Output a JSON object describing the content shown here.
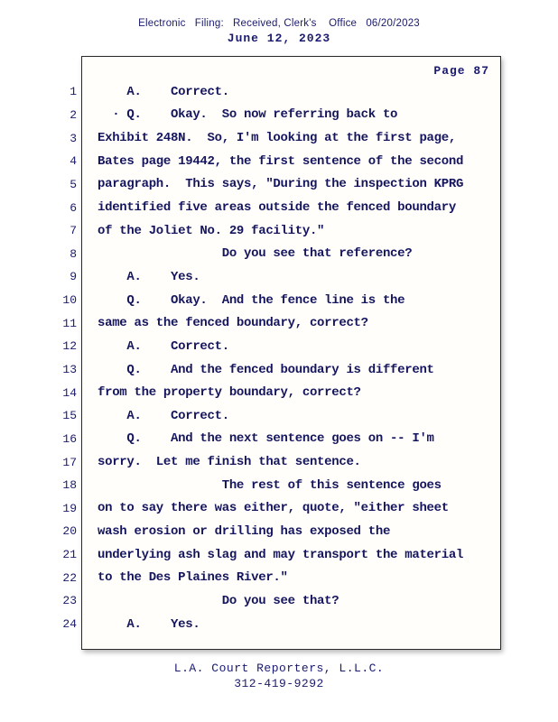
{
  "header": {
    "filing_line": "Electronic   Filing:   Received, Clerk's    Office   06/20/2023",
    "date_line": "June 12, 2023"
  },
  "transcript": {
    "page_label": "Page 87",
    "lines": [
      {
        "num": "1",
        "text": "    A.    Correct."
      },
      {
        "num": "2",
        "text": "  · Q.    Okay.  So now referring back to"
      },
      {
        "num": "3",
        "text": "Exhibit 248N.  So, I'm looking at the first page,"
      },
      {
        "num": "4",
        "text": "Bates page 19442, the first sentence of the second"
      },
      {
        "num": "5",
        "text": "paragraph.  This says, \"During the inspection KPRG"
      },
      {
        "num": "6",
        "text": "identified five areas outside the fenced boundary"
      },
      {
        "num": "7",
        "text": "of the Joliet No. 29 facility.\""
      },
      {
        "num": "8",
        "text": "                 Do you see that reference?"
      },
      {
        "num": "9",
        "text": "    A.    Yes."
      },
      {
        "num": "10",
        "text": "    Q.    Okay.  And the fence line is the"
      },
      {
        "num": "11",
        "text": "same as the fenced boundary, correct?"
      },
      {
        "num": "12",
        "text": "    A.    Correct."
      },
      {
        "num": "13",
        "text": "    Q.    And the fenced boundary is different"
      },
      {
        "num": "14",
        "text": "from the property boundary, correct?"
      },
      {
        "num": "15",
        "text": "    A.    Correct."
      },
      {
        "num": "16",
        "text": "    Q.    And the next sentence goes on -- I'm"
      },
      {
        "num": "17",
        "text": "sorry.  Let me finish that sentence."
      },
      {
        "num": "18",
        "text": "                 The rest of this sentence goes"
      },
      {
        "num": "19",
        "text": "on to say there was either, quote, \"either sheet"
      },
      {
        "num": "20",
        "text": "wash erosion or drilling has exposed the"
      },
      {
        "num": "21",
        "text": "underlying ash slag and may transport the material"
      },
      {
        "num": "22",
        "text": "to the Des Plaines River.\""
      },
      {
        "num": "23",
        "text": "                 Do you see that?"
      },
      {
        "num": "24",
        "text": "    A.    Yes."
      }
    ]
  },
  "footer": {
    "company": "L.A. Court Reporters, L.L.C.",
    "phone": "312-419-9292"
  },
  "colors": {
    "text": "#15155e",
    "header_text": "#1a1a6e",
    "border": "#2a2a2a",
    "background": "#ffffff"
  }
}
